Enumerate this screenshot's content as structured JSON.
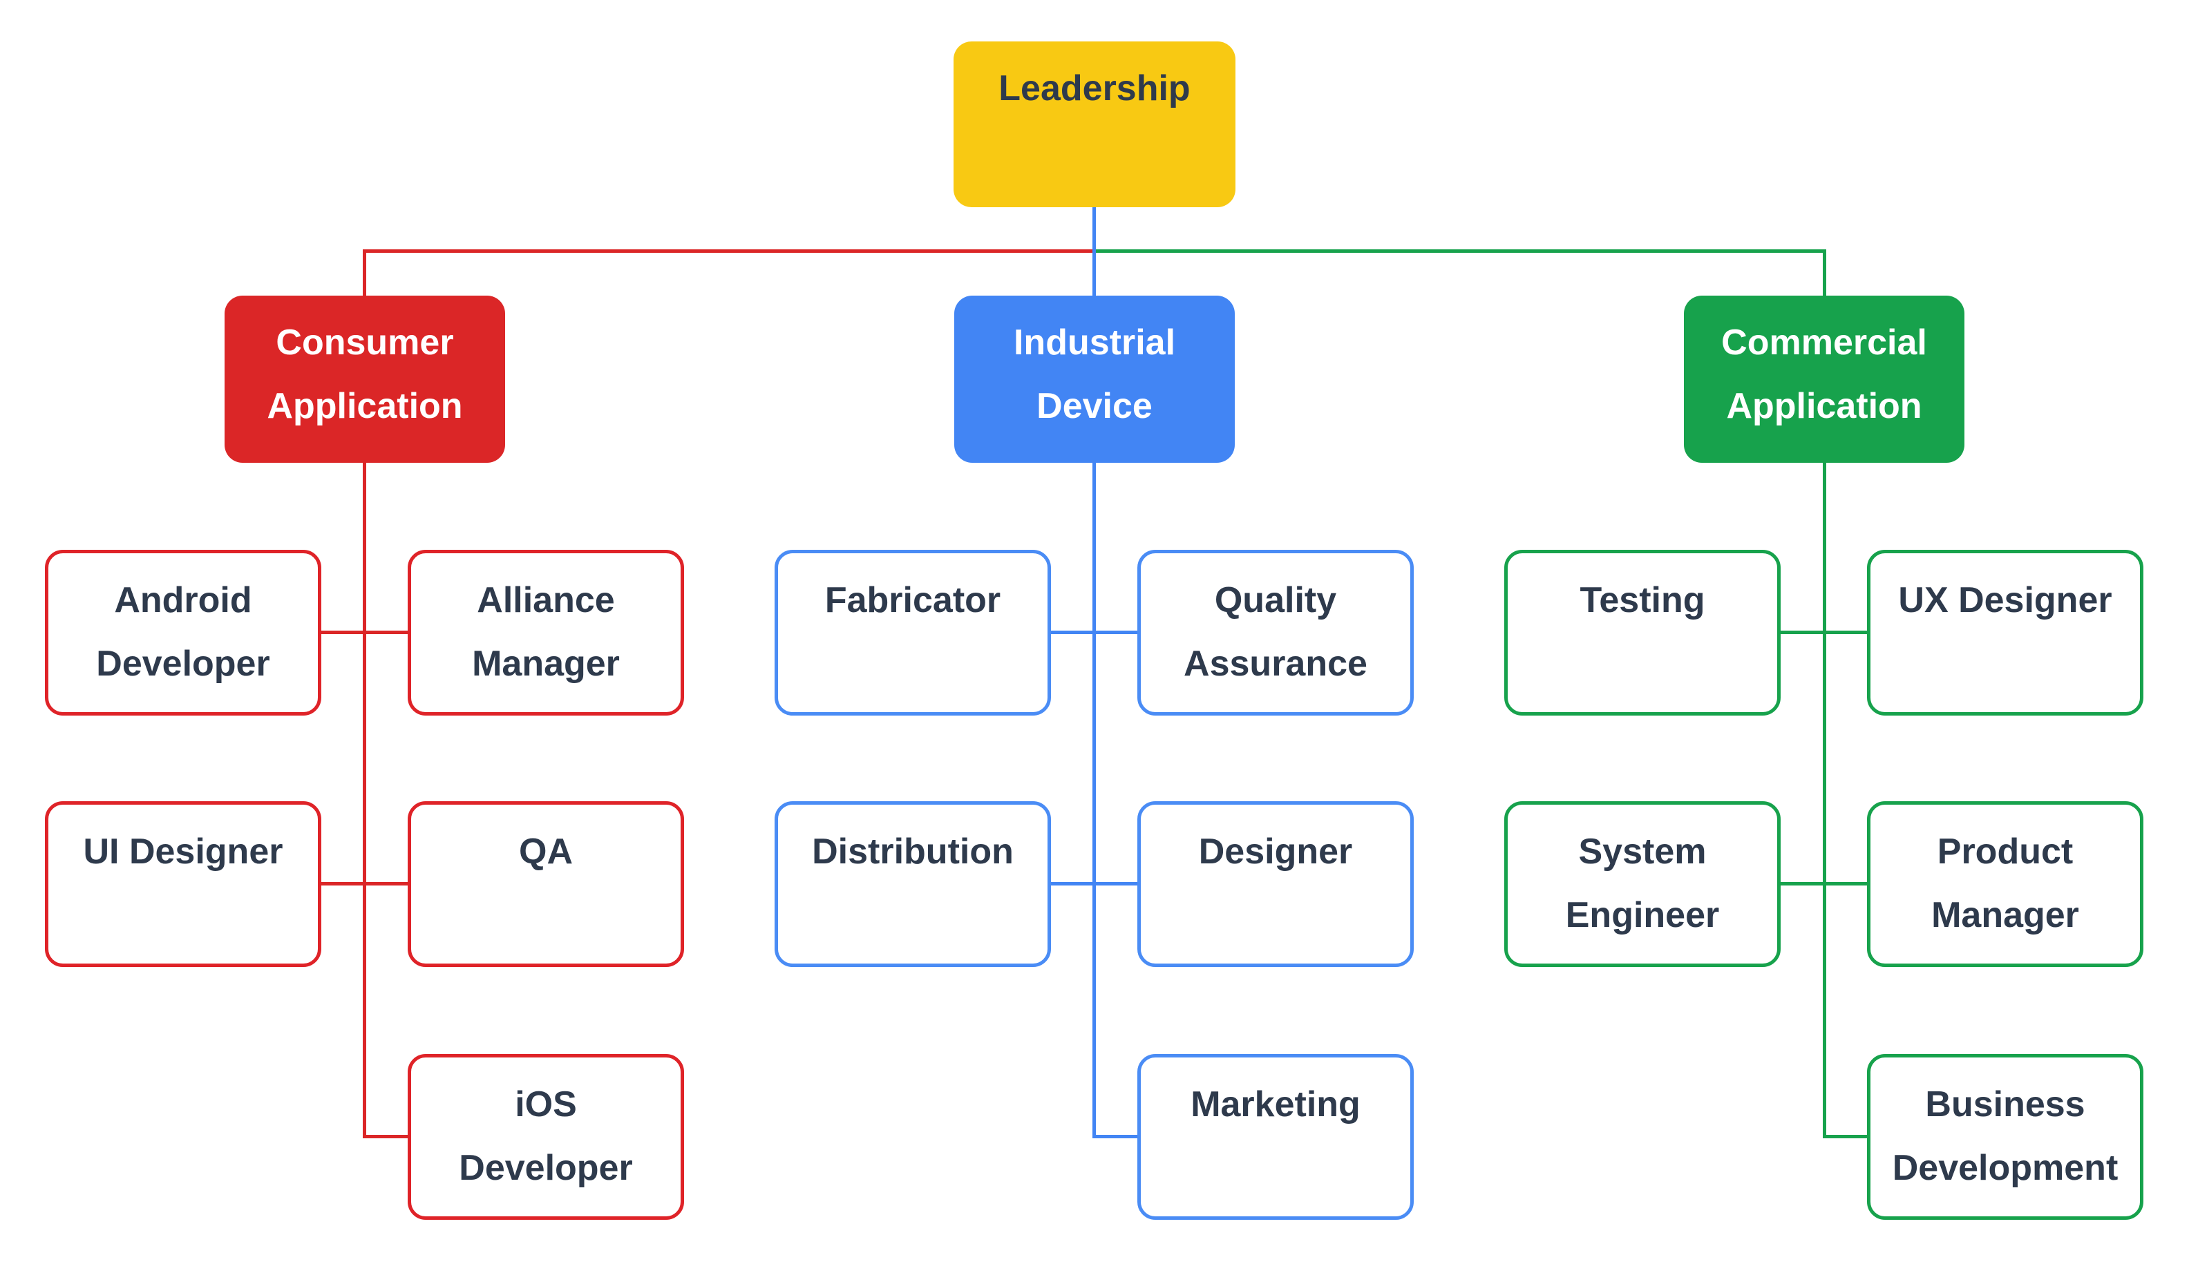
{
  "diagram_type": "organization-chart",
  "background_color": "#FFFFFF",
  "palette": {
    "root_fill": "#F8C913",
    "red": "#DB2627",
    "blue": "#4285F4",
    "green": "#17A24C",
    "node_text_dark": "#2E3A4C",
    "branch_text": "#FFFFFF",
    "child_fill": "#FFFFFF"
  },
  "root": {
    "label": "Leadership"
  },
  "groups": [
    {
      "name": "Consumer Application",
      "color": "#DB2627",
      "branch": {
        "label": "Consumer\nApplication"
      },
      "children_left": [
        {
          "label": "Android\nDeveloper"
        },
        {
          "label": "UI Designer"
        }
      ],
      "children_right": [
        {
          "label": "Alliance\nManager"
        },
        {
          "label": "QA"
        },
        {
          "label": "iOS\nDeveloper"
        }
      ]
    },
    {
      "name": "Industrial Device",
      "color": "#4285F4",
      "branch": {
        "label": "Industrial\nDevice"
      },
      "children_left": [
        {
          "label": "Fabricator"
        },
        {
          "label": "Distribution"
        }
      ],
      "children_right": [
        {
          "label": "Quality\nAssurance"
        },
        {
          "label": "Designer"
        },
        {
          "label": "Marketing"
        }
      ]
    },
    {
      "name": "Commercial Application",
      "color": "#17A24C",
      "branch": {
        "label": "Commercial\nApplication"
      },
      "children_left": [
        {
          "label": "Testing"
        },
        {
          "label": "System\nEngineer"
        }
      ],
      "children_right": [
        {
          "label": "UX Designer"
        },
        {
          "label": "Product\nManager"
        },
        {
          "label": "Business\nDevelopment"
        }
      ]
    }
  ]
}
